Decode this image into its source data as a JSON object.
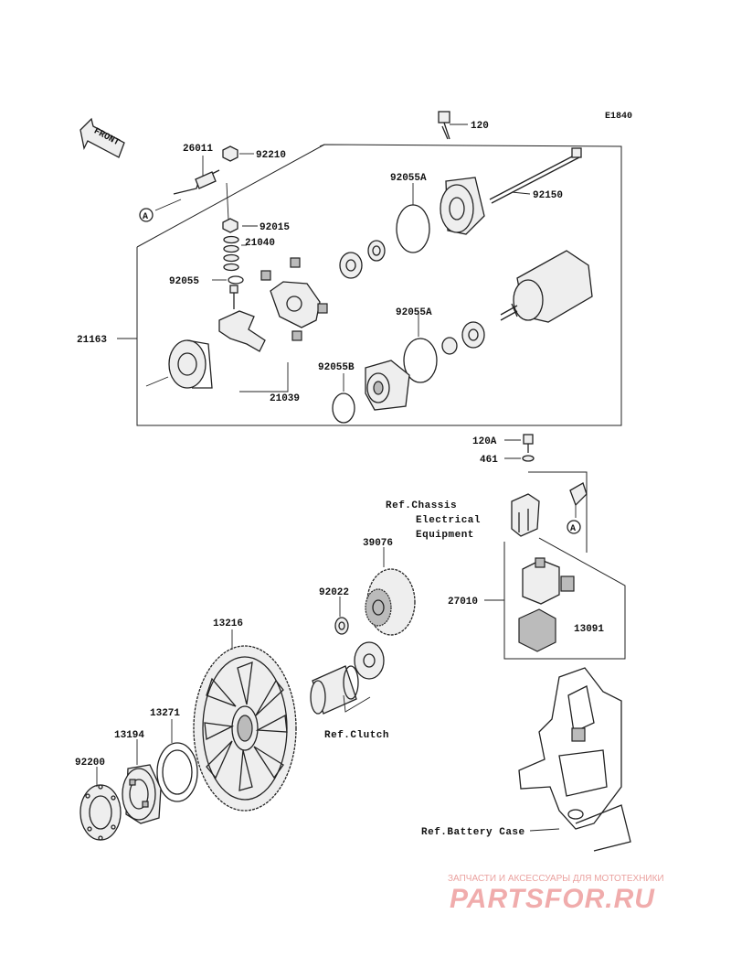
{
  "diagram_code": "E1840",
  "front_label": "FRONT",
  "connector_marker": "A",
  "parts": {
    "p120": "120",
    "p26011": "26011",
    "p92210": "92210",
    "p92055A_top": "92055A",
    "p92150": "92150",
    "p92015": "92015",
    "p21040": "21040",
    "p92055": "92055",
    "p21163": "21163",
    "p92055A_mid": "92055A",
    "p92055B": "92055B",
    "p21039": "21039",
    "p120A": "120A",
    "p461": "461",
    "p39076": "39076",
    "p92022": "92022",
    "p27010": "27010",
    "p13091": "13091",
    "p13216": "13216",
    "p13271": "13271",
    "p13194": "13194",
    "p92200": "92200"
  },
  "refs": {
    "chassis_line1": "Ref.Chassis",
    "chassis_line2": "Electrical",
    "chassis_line3": "Equipment",
    "clutch": "Ref.Clutch",
    "battery": "Ref.Battery Case"
  },
  "watermark": {
    "tagline": "ЗАПЧАСТИ И АКСЕССУАРЫ ДЛЯ МОТОТЕХНИКИ",
    "brand": "PARTSFOR.RU"
  },
  "colors": {
    "ink": "#222222",
    "watermark": "#e04848"
  }
}
